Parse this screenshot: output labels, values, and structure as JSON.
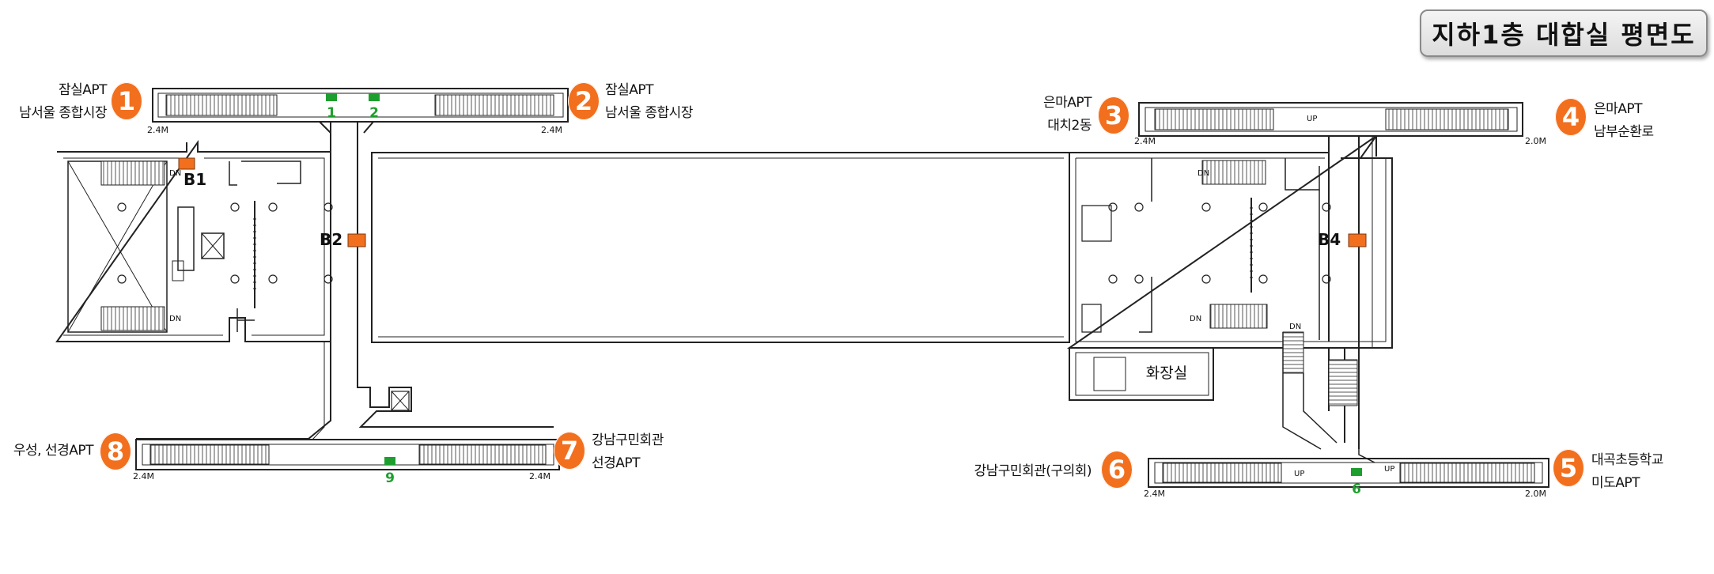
{
  "title": "지하1층 대합실 평면도",
  "exits": [
    {
      "number": "1",
      "lines": [
        "잠실APT",
        "남서울 종합시장"
      ]
    },
    {
      "number": "2",
      "lines": [
        "잠실APT",
        "남서울 종합시장"
      ]
    },
    {
      "number": "3",
      "lines": [
        "은마APT",
        "대치2동"
      ]
    },
    {
      "number": "4",
      "lines": [
        "은마APT",
        "남부순환로"
      ]
    },
    {
      "number": "5",
      "lines": [
        "대곡초등학교",
        "미도APT"
      ]
    },
    {
      "number": "6",
      "lines": [
        "강남구민회관(구의회)"
      ]
    },
    {
      "number": "7",
      "lines": [
        "강남구민회관",
        "선경APT"
      ]
    },
    {
      "number": "8",
      "lines": [
        "우성, 선경APT"
      ]
    }
  ],
  "exit_widths": [
    "2.4M",
    "2.4M",
    "2.4M",
    "2.0M",
    "2.4M",
    "2.4M",
    "2.4M",
    "2.0M"
  ],
  "booths": [
    "B1",
    "B2",
    "B4"
  ],
  "gate_markers": [
    "1",
    "2",
    "9",
    "6"
  ],
  "stair_labels": {
    "down": "DN",
    "up": "UP"
  },
  "restroom": "화장실",
  "colors": {
    "accent": "#f26f1e",
    "gate": "#1e9e2e",
    "wall": "#222222",
    "title_bg": "#e4e4e4"
  }
}
